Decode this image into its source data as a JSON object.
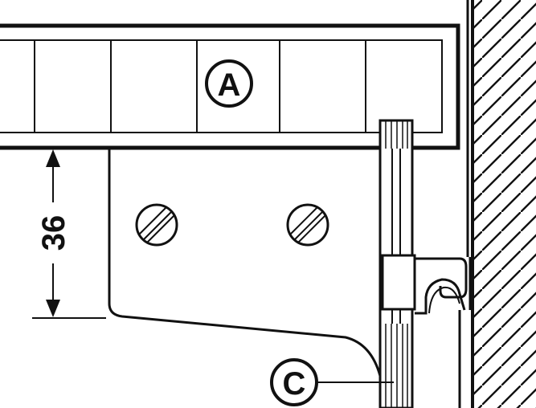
{
  "diagram": {
    "labels": {
      "part_a": "A",
      "part_c": "C"
    },
    "dimension": {
      "value": "36"
    },
    "colors": {
      "line": "#111111",
      "background": "#ffffff"
    }
  }
}
